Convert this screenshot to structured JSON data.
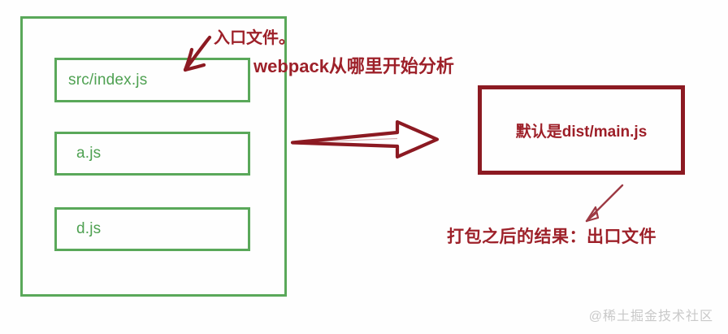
{
  "diagram": {
    "title": "webpack entry and output diagram",
    "colors": {
      "green_border": "#5aa85a",
      "green_text": "#4fa152",
      "red_border": "#8c1a22",
      "red_text": "#9d2029",
      "background": "#fefefe",
      "watermark": "#c9c9c9"
    },
    "source_container": {
      "name": "source-files-container",
      "files": [
        {
          "label": "src/index.js"
        },
        {
          "label": "a.js"
        },
        {
          "label": "d.js"
        }
      ]
    },
    "output_box": {
      "label": "默认是dist/main.js"
    },
    "annotations": {
      "entry_note": "入口文件。",
      "entry_question": "webpack从哪里开始分析",
      "output_note": "打包之后的结果：出口文件"
    },
    "arrows": {
      "entry_pointer": "arrow-down-left-to-entry-file",
      "bundle_flow": "arrow-right-bundle",
      "output_pointer": "arrow-down-left-to-output-note"
    },
    "watermark": "@稀土掘金技术社区"
  }
}
